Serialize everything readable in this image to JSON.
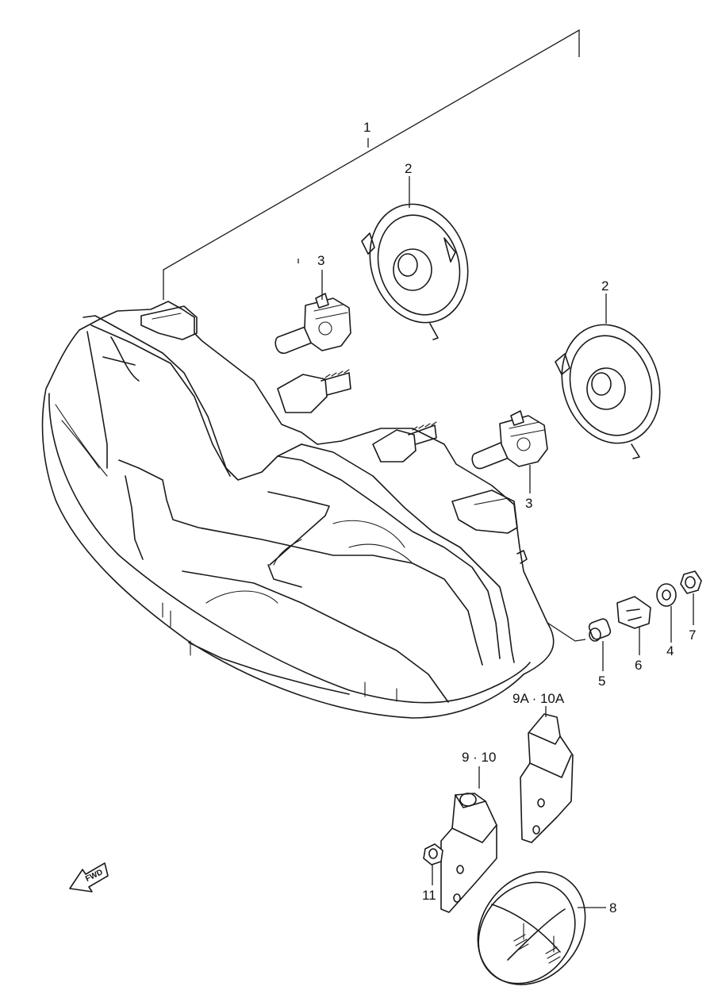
{
  "diagram": {
    "fwd_label": "FWD",
    "callouts": [
      {
        "id": "c1",
        "label": "1"
      },
      {
        "id": "c2a",
        "label": "2"
      },
      {
        "id": "c2b",
        "label": "2"
      },
      {
        "id": "c3a",
        "label": "3"
      },
      {
        "id": "c3b",
        "label": "3"
      },
      {
        "id": "c4",
        "label": "4"
      },
      {
        "id": "c5",
        "label": "5"
      },
      {
        "id": "c6",
        "label": "6"
      },
      {
        "id": "c7",
        "label": "7"
      },
      {
        "id": "c8",
        "label": "8"
      },
      {
        "id": "c9",
        "label": "9 · 10"
      },
      {
        "id": "c9a",
        "label": "9A · 10A"
      },
      {
        "id": "c11",
        "label": "11"
      }
    ]
  }
}
